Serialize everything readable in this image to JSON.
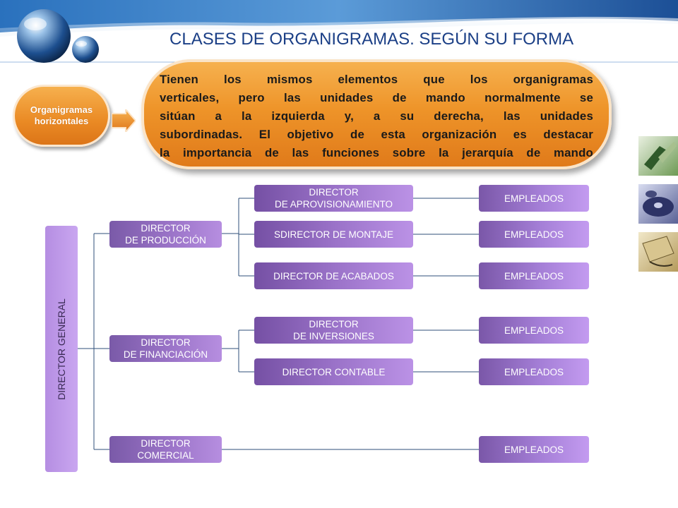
{
  "slide": {
    "title": "CLASES DE ORGANIGRAMAS. SEGÚN SU FORMA",
    "callout_label_line1": "Organigramas",
    "callout_label_line2": "horizontales",
    "description_lines": [
      "Tienen los mismos elementos que los organigramas",
      "verticales, pero las unidades de mando normalmente se",
      "sitúan a la izquierda y, a su derecha, las unidades",
      "subordinadas. El objetivo de esta organización es destacar",
      "la importancia de las funciones sobre la jerarquía de mando"
    ]
  },
  "org_chart": {
    "root": "DIRECTOR GENERAL",
    "directors": [
      {
        "line1": "DIRECTOR",
        "line2": "DE PRODUCCIÓN",
        "subs": [
          {
            "line1": "DIRECTOR",
            "line2": "DE APROVISIONAMIENTO",
            "employees": "EMPLEADOS"
          },
          {
            "line1": "SDIRECTOR DE MONTAJE",
            "line2": "",
            "employees": "EMPLEADOS"
          },
          {
            "line1": "DIRECTOR DE ACABADOS",
            "line2": "",
            "employees": "EMPLEADOS"
          }
        ]
      },
      {
        "line1": "DIRECTOR",
        "line2": "DE FINANCIACIÓN",
        "subs": [
          {
            "line1": "DIRECTOR",
            "line2": "DE INVERSIONES",
            "employees": "EMPLEADOS"
          },
          {
            "line1": "DIRECTOR CONTABLE",
            "line2": "",
            "employees": "EMPLEADOS"
          }
        ]
      },
      {
        "line1": "DIRECTOR",
        "line2": "COMERCIAL",
        "employees": "EMPLEADOS"
      }
    ]
  },
  "colors": {
    "title": "#1b3f86",
    "header_blue": "#1a5ea8",
    "orange": "#ee9429",
    "purple_dark": "#7a57a8",
    "purple_light": "#c39bf0"
  },
  "icons": [
    "globe-bubble-icon",
    "small-bubble-icon",
    "green-tools-icon",
    "blue-disc-icon",
    "tan-folder-icon"
  ]
}
